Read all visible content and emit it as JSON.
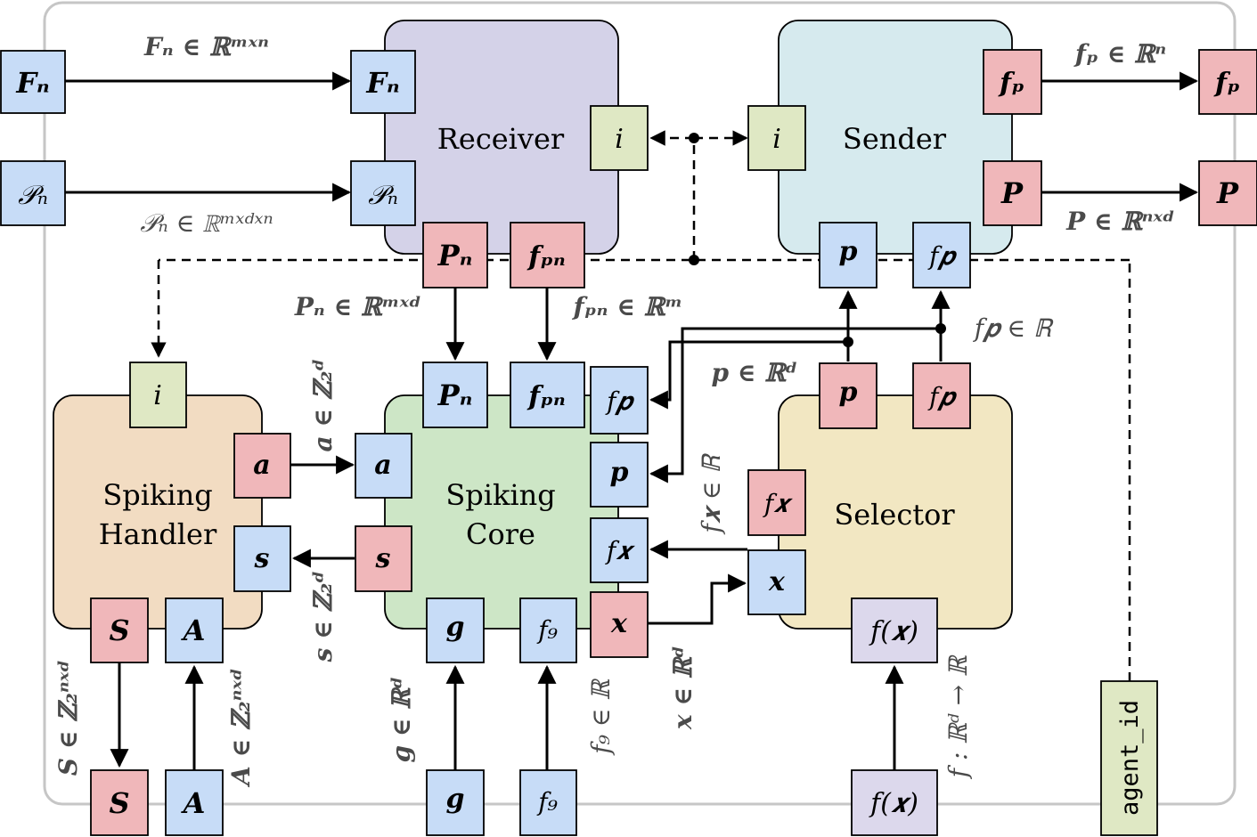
{
  "colors": {
    "receiver": "#d4d2e8",
    "sender": "#d6eaee",
    "handler": "#f2dcc2",
    "core": "#cde6c6",
    "selector": "#f2e7c2",
    "port_blue": "#c7dcf7",
    "port_red": "#f0b7ba",
    "port_green": "#dfe8c4",
    "port_purple": "#dcd8ec",
    "frame": "#c6c6c6"
  },
  "modules": {
    "receiver": "Receiver",
    "sender": "Sender",
    "handler_l1": "Spiking",
    "handler_l2": "Handler",
    "core_l1": "Spiking",
    "core_l2": "Core",
    "selector": "Selector"
  },
  "ports": {
    "Fn": "𝑭ₙ",
    "Pcal": "𝒫ₙ",
    "i": "i",
    "Pn": "𝑷ₙ",
    "fpn": "𝒇ₚₙ",
    "fp_vec": "𝒇ₚ",
    "P": "𝑷",
    "p": "𝒑",
    "fp": "f𝒑",
    "fx": "f𝒙",
    "x": "𝒙",
    "g": "𝒈",
    "fg": "f₉",
    "a": "𝒂",
    "s": "𝒔",
    "S": "𝑺",
    "A": "𝑨",
    "fofx": "f(𝒙)",
    "agent_id": "agent_id"
  },
  "labels": {
    "Fn": "𝑭ₙ ∈ ℝᵐˣⁿ",
    "Pcal": "𝒫ₙ ∈ ℝᵐˣᵈˣⁿ",
    "Pn": "𝑷ₙ ∈ ℝᵐˣᵈ",
    "fpn": "𝒇ₚₙ ∈ ℝᵐ",
    "fp_vec": "𝒇ₚ ∈ ℝⁿ",
    "P": "𝑷 ∈ ℝⁿˣᵈ",
    "fp": "f𝒑 ∈ ℝ",
    "p": "𝒑 ∈ ℝᵈ",
    "fx": "f𝒙 ∈ ℝ",
    "a": "𝒂 ∈ ℤ₂ᵈ",
    "s": "𝒔 ∈ ℤ₂ᵈ",
    "S": "𝑺 ∈ ℤ₂ⁿˣᵈ",
    "A": "𝑨 ∈ ℤ₂ⁿˣᵈ",
    "g": "𝒈 ∈ ℝᵈ",
    "fg": "f₉ ∈ ℝ",
    "x": "𝒙 ∈ ℝᵈ",
    "f": "f : ℝᵈ → ℝ"
  }
}
